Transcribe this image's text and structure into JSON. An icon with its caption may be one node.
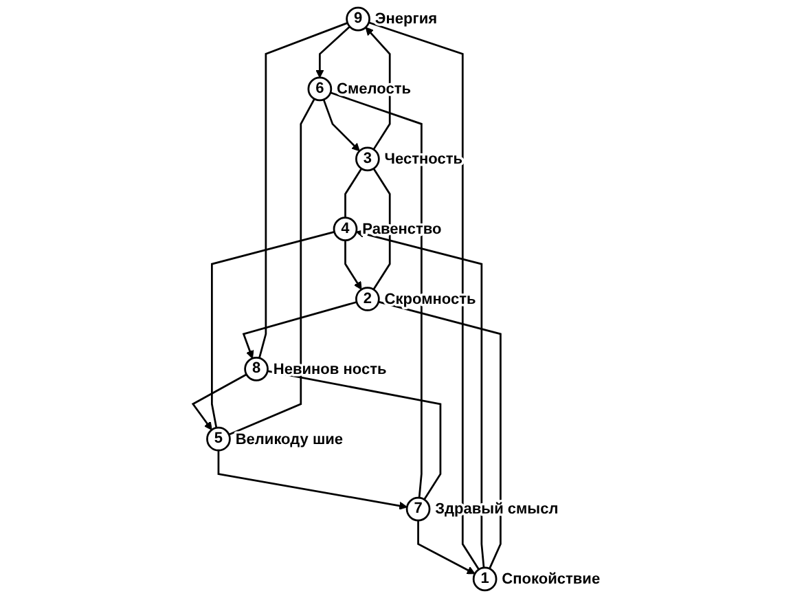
{
  "diagram": {
    "nodes": [
      {
        "text": [
          "9"
        ],
        "beside": [
          "Энергия"
        ]
      },
      {
        "text": [
          "8"
        ],
        "beside": [
          "Невинов ность"
        ]
      },
      {
        "text": [
          "1"
        ],
        "beside": [
          "Спокойствие"
        ]
      },
      {
        "text": [
          "7"
        ],
        "beside": [
          "Здравый смысл"
        ]
      },
      {
        "text": [
          "2"
        ],
        "beside": [
          "Скромность"
        ]
      },
      {
        "text": [
          "6"
        ],
        "beside": [
          "Смелость"
        ]
      },
      {
        "text": [
          "3"
        ],
        "beside": [
          "Честность"
        ]
      },
      {
        "text": [
          "5"
        ],
        "beside": [
          "Великоду шие"
        ]
      },
      {
        "text": [
          "4"
        ],
        "beside": [
          "Равенство"
        ]
      }
    ],
    "edges": [
      {
        "from": 2,
        "to": 8,
        "arrow": "to"
      },
      {
        "from": 8,
        "to": 4,
        "arrow": "to"
      },
      {
        "from": 4,
        "to": 1,
        "arrow": "to"
      },
      {
        "from": 1,
        "to": 7,
        "arrow": "to"
      },
      {
        "from": 7,
        "to": 3,
        "arrow": "to"
      },
      {
        "from": 3,
        "to": 2,
        "arrow": "to"
      },
      {
        "from": 0,
        "to": 5,
        "arrow": "to"
      },
      {
        "from": 5,
        "to": 6,
        "arrow": "to"
      },
      {
        "from": 6,
        "to": 0,
        "arrow": "to"
      },
      {
        "from": 0,
        "to": 2,
        "arrow": "none"
      },
      {
        "from": 2,
        "to": 4,
        "arrow": "none"
      },
      {
        "from": 4,
        "to": 6,
        "arrow": "none"
      },
      {
        "from": 6,
        "to": 8,
        "arrow": "none"
      },
      {
        "from": 8,
        "to": 7,
        "arrow": "none"
      },
      {
        "from": 7,
        "to": 5,
        "arrow": "none"
      },
      {
        "from": 5,
        "to": 3,
        "arrow": "none"
      },
      {
        "from": 3,
        "to": 1,
        "arrow": "none"
      },
      {
        "from": 1,
        "to": 0,
        "arrow": "none"
      }
    ]
  }
}
